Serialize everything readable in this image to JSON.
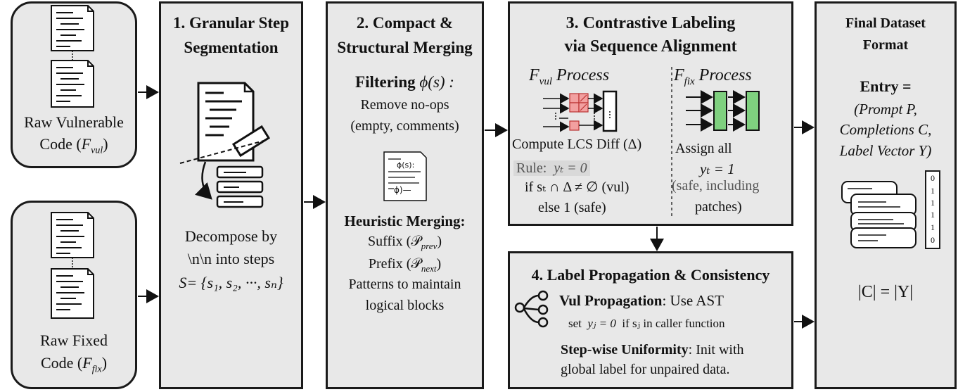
{
  "inputs": {
    "vul": {
      "line1": "Raw Vulnerable",
      "line2": "Code (",
      "var": "F",
      "sub": "vul",
      "close": ")"
    },
    "fix": {
      "line1": "Raw Fixed",
      "line2": "Code (",
      "var": "F",
      "sub": "fix",
      "close": ")"
    }
  },
  "step1": {
    "title_l1": "1. Granular Step",
    "title_l2": "Segmentation",
    "desc_l1": "Decompose by",
    "desc_l2": "\\n\\n into steps",
    "formula": "S= {s₁, s₂, ···, sₙ}"
  },
  "step2": {
    "title_l1": "2. Compact &",
    "title_l2": "Structural Merging",
    "filter_head": "Filtering",
    "filter_func": "ϕ(s) :",
    "filter_l1": "Remove no-ops",
    "filter_l2": "(empty, comments)",
    "doc_top": "ϕ(s):",
    "doc_bottom": "ϕ)—",
    "merge_head": "Heuristic Merging:",
    "merge_suffix": "Suffix (𝒫",
    "merge_suffix_sub": "prev",
    "merge_prefix": "Prefix (𝒫",
    "merge_prefix_sub": "next",
    "merge_l3": "Patterns to maintain",
    "merge_l4": "logical blocks"
  },
  "step3": {
    "title_l1": "3. Contrastive Labeling",
    "title_l2": "via Sequence Alignment",
    "vul_proc_var": "F",
    "vul_proc_sub": "vul",
    "vul_proc_word": "Process",
    "fix_proc_var": "F",
    "fix_proc_sub": "fix",
    "fix_proc_word": "Process",
    "compute": "Compute LCS Diff (Δ)",
    "rule_label": "Rule:",
    "rule_eq": "yₜ = 0",
    "rule_if": "if sₜ ∩ Δ ≠ ∅ (vul)",
    "rule_else": "else 1 (safe)",
    "assign_l1": "Assign all",
    "assign_eq": "yₜ = 1",
    "assign_l3": "(safe, including",
    "assign_l4": "patches)"
  },
  "step4": {
    "title": "4. Label Propagation & Consistency",
    "vp_head": "Vul Propagation",
    "vp_rest": ": Use AST",
    "vp_line2_a": "set",
    "vp_line2_eq": "yⱼ = 0",
    "vp_line2_b": "if sⱼ in caller function",
    "su_head": "Step-wise Uniformity",
    "su_rest": ": Init with",
    "su_line2": "global label for unpaired data."
  },
  "final": {
    "title_l1": "Final Dataset",
    "title_l2": "Format",
    "entry": "Entry =",
    "item1": "(Prompt P,",
    "item2": "Completions C,",
    "item3": "Label Vector Y)",
    "vector": [
      "0",
      "1",
      "1",
      "1",
      "1",
      "0"
    ],
    "equation": "|C| = |Y|"
  },
  "colors": {
    "panel": "#e8e8e8",
    "border": "#1a1a1a",
    "green": "#7fd07f",
    "red_cell": "#f2a0a0"
  }
}
